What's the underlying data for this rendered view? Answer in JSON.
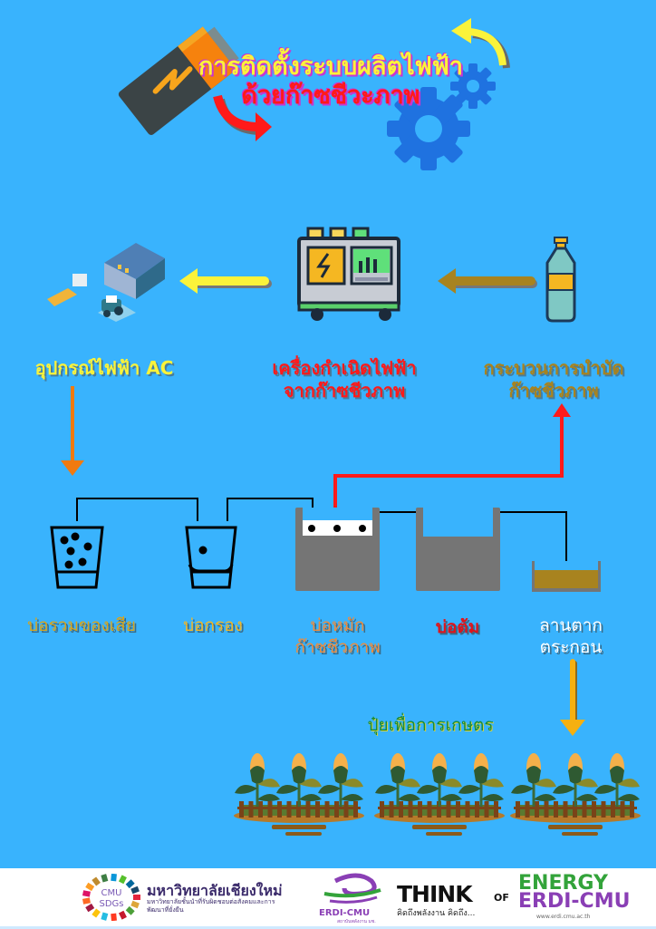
{
  "title": {
    "line1": "การติดตั้งระบบผลิตไฟฟ้า",
    "line2": "ด้วยก๊าซชีวะภาพ"
  },
  "top_row": {
    "appliance_label": "อุปกรณ์ไฟฟ้า AC",
    "generator_label_line1": "เครื่องกำเนิดไฟฟ้า",
    "generator_label_line2": "จากก๊าซชีวภาพ",
    "treatment_label_line1": "กระบวนการบำบัด",
    "treatment_label_line2": "ก๊าซชีวภาพ"
  },
  "ponds": [
    {
      "label_line1": "บ่อรวมของเสีย",
      "label_line2": ""
    },
    {
      "label_line1": "บ่อกรอง",
      "label_line2": ""
    },
    {
      "label_line1": "บ่อหมัก",
      "label_line2": "ก๊าซชีวภาพ"
    },
    {
      "label_line1": "บ่อต้ม",
      "label_line2": ""
    },
    {
      "label_line1": "ลานตาก",
      "label_line2": "ตระกอน"
    }
  ],
  "fertilizer_label": "ปุ๋ยเพื่อการเกษตร",
  "footer": {
    "cmu_badge_line1": "CMU",
    "cmu_badge_line2": "SDGs",
    "university_name": "มหาวิทยาลัยเชียงใหม่",
    "university_tagline": "มหาวิทยาลัยชั้นนำที่รับผิดชอบต่อสังคมและการพัฒนาที่ยั่งยืน",
    "erdi_logo_text": "ERDI-CMU",
    "erdi_logo_sub": "สถาบันพลังงาน มช.",
    "think": "THINK",
    "think_sub": "คิดถึงพลังงาน คิดถึง...",
    "of": "OF",
    "energy": "ENERGY",
    "erdi": "ERDI-CMU",
    "url": "www.erdi.cmu.ac.th"
  },
  "colors": {
    "background": "#39b3fd",
    "title_yellow": "#fbf33a",
    "title_red": "#ff1a1a",
    "appliance_label": "#fbf33a",
    "generator_label": "#ff1a1a",
    "treatment_label": "#a8831f",
    "pond_gold": "#d9a41a",
    "pond_orange": "#f08b3a",
    "pond_red": "#e0141a",
    "pond_white": "#ffffff",
    "fertilizer": "#168a3a"
  }
}
